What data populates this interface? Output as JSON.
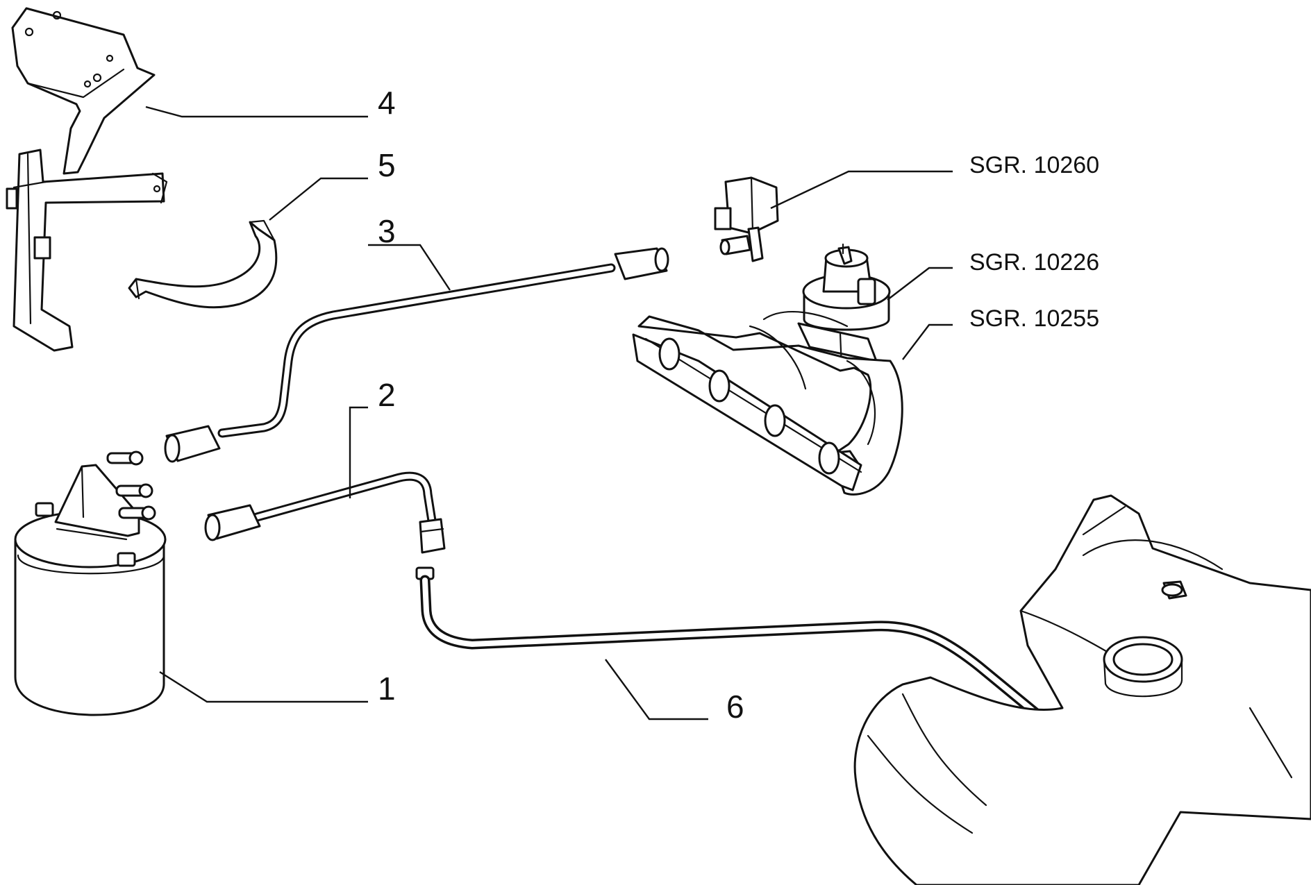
{
  "callouts": {
    "n1": "1",
    "n2": "2",
    "n3": "3",
    "n4": "4",
    "n5": "5",
    "n6": "6"
  },
  "references": {
    "r1": "SGR. 10260",
    "r2": "SGR. 10226",
    "r3": "SGR. 10255"
  }
}
